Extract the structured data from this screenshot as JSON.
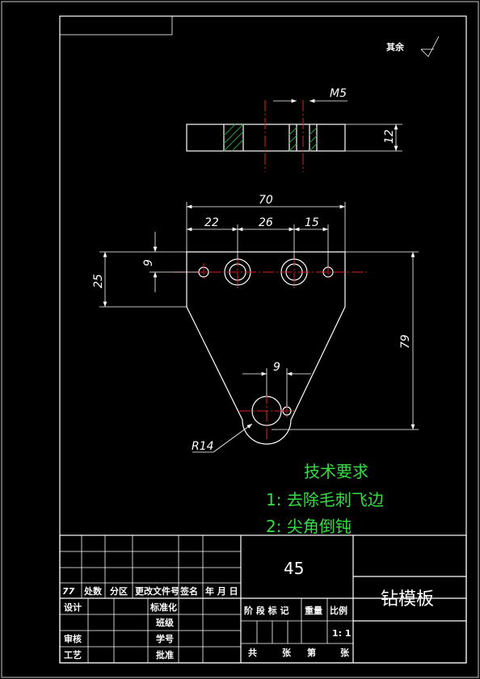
{
  "surface_roughness": {
    "label": "其余"
  },
  "dimensions": {
    "thread": "M5",
    "thickness": "12",
    "overall_width": "70",
    "left_offset": "22",
    "hole_spacing": "26",
    "right_offset": "15",
    "top_band": "9",
    "upper_height": "25",
    "total_height": "79",
    "bottom_offset": "9",
    "radius": "R14"
  },
  "technical_requirements": {
    "title": "技术要求",
    "items": [
      "1: 去除毛刺飞边",
      "2: 尖角倒钝"
    ]
  },
  "title_block": {
    "material": "45",
    "part_name": "钻模板",
    "revision_headers": [
      "77",
      "处数",
      "分区",
      "更改文件号",
      "签名",
      "年 月 日"
    ],
    "design": "设计",
    "standardize": "标准化",
    "class_label": "班级",
    "review": "审核",
    "student_id": "学号",
    "process": "工艺",
    "approve": "批准",
    "stage_label": "阶 段 标 记",
    "weight_label": "重量",
    "scale_label": "比例",
    "scale_value": "1: 1",
    "sheets_total": "共",
    "sheets_unit": "张",
    "sheet_no": "第",
    "sheet_unit2": "张"
  }
}
